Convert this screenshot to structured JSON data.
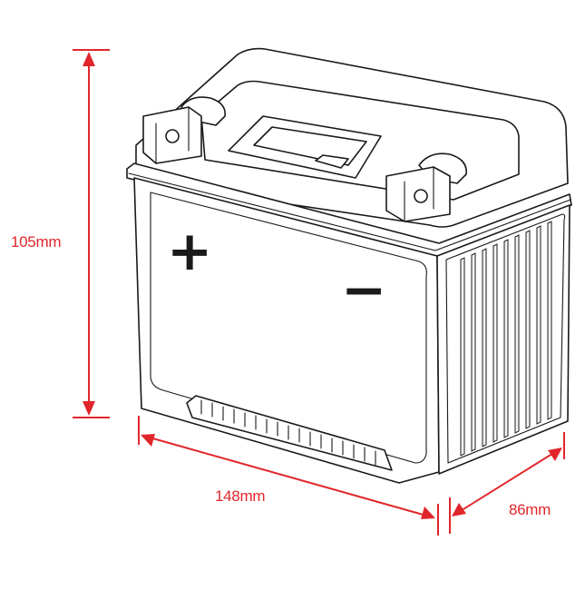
{
  "diagram": {
    "accent_color": "#e0262b",
    "line_color": "#1a1a1a",
    "dimensions": {
      "height": "105mm",
      "width": "148mm",
      "depth": "86mm"
    },
    "terminals": {
      "positive_symbol": "+",
      "negative_symbol": "−"
    }
  }
}
